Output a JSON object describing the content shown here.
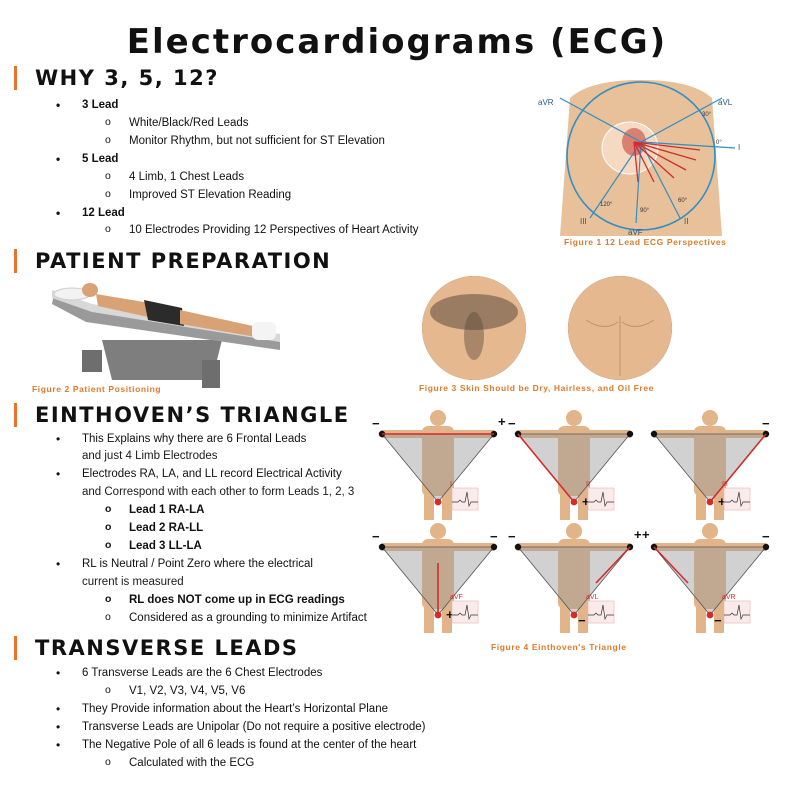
{
  "title": "Electrocardiograms (ECG)",
  "sections": {
    "why": {
      "heading": "WHY 3, 5, 12?",
      "lead3": "3 Lead",
      "lead3_items": [
        "White/Black/Red Leads",
        "Monitor Rhythm, but not sufficient for ST Elevation"
      ],
      "lead5": "5 Lead",
      "lead5_items": [
        "4 Limb, 1 Chest Leads",
        "Improved ST Elevation Reading"
      ],
      "lead12": "12 Lead",
      "lead12_items": [
        "10 Electrodes Providing 12 Perspectives of Heart Activity"
      ]
    },
    "prep": {
      "heading": "PATIENT PREPARATION"
    },
    "einthoven": {
      "heading": "EINTHOVEN’S TRIANGLE",
      "b1_line1": "This Explains why there are 6 Frontal Leads",
      "b1_line2": "and just 4 Limb Electrodes",
      "b2_line1": "Electrodes RA, LA, and LL record Electrical Activity",
      "b2_line2": "and Correspond with each other to form Leads 1, 2, 3",
      "leads": [
        "Lead 1 RA-LA",
        "Lead 2 RA-LL",
        "Lead 3 LL-LA"
      ],
      "b3_line1": "RL is Neutral / Point Zero where the electrical",
      "b3_line2": "current is measured",
      "rl_items": [
        "RL does NOT come up in ECG readings",
        "Considered as a grounding to minimize Artifact"
      ]
    },
    "transverse": {
      "heading": "TRANSVERSE LEADS",
      "b1": "6 Transverse Leads are the 6 Chest Electrodes",
      "b1_sub": "V1, V2, V3, V4, V5, V6",
      "b2": "They Provide information about the Heart’s Horizontal Plane",
      "b3": "Transverse Leads are Unipolar (Do not require a positive electrode)",
      "b4": "The Negative Pole of all 6 leads is found at the center of the heart",
      "b4_sub": "Calculated with the ECG"
    }
  },
  "figures": {
    "fig1": {
      "caption": "Figure 1 12 Lead ECG Perspectives",
      "labels": {
        "avr": "aVR",
        "avl": "aVL",
        "i": "I",
        "ii": "II",
        "iii": "III",
        "avf": "aVF",
        "deg0": "0°",
        "deg30": "30°",
        "deg60": "60°",
        "deg90": "90°",
        "deg120": "120°"
      }
    },
    "fig2": {
      "caption": "Figure 2 Patient Positioning"
    },
    "fig3": {
      "caption": "Figure 3 Skin Should be Dry, Hairless, and Oil Free"
    },
    "fig4": {
      "caption": "Figure 4 Einthoven's Triangle",
      "panels": [
        "I",
        "II",
        "III",
        "aVF",
        "aVL",
        "aVR"
      ],
      "plus": "+",
      "minus": "−"
    }
  },
  "colors": {
    "accent": "#e8742c",
    "caption": "#e07a2a",
    "skin": "#e2b48a",
    "lead_red": "#d42b2b",
    "circle_blue": "#2f8fc4"
  }
}
